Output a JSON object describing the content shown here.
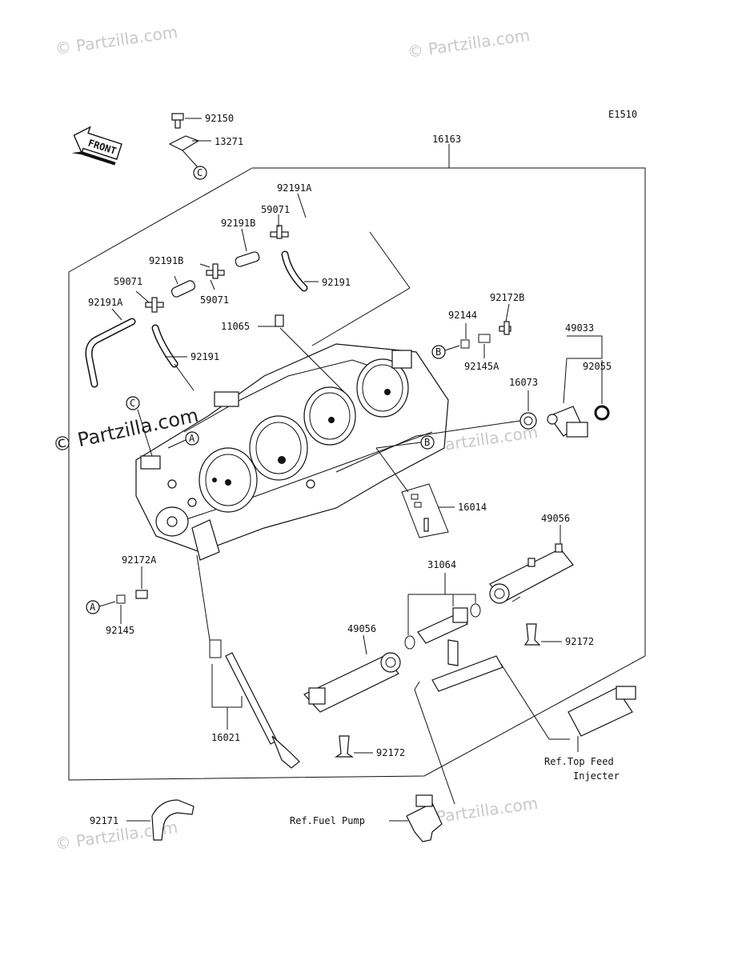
{
  "diagram_code": "E1510",
  "front_label": "FRONT",
  "watermark": "© Partzilla.com",
  "callouts": [
    "A",
    "B",
    "C"
  ],
  "part_numbers": {
    "p92150": "92150",
    "p13271": "13271",
    "p16163": "16163",
    "p92191A_top": "92191A",
    "p59071_top": "59071",
    "p92191B_top": "92191B",
    "p92191B_left": "92191B",
    "p59071_left": "59071",
    "p59071_mid": "59071",
    "p92191A_left": "92191A",
    "p92191_top": "92191",
    "p92191_left": "92191",
    "p11065": "11065",
    "p92144": "92144",
    "p92172B": "92172B",
    "p92145A": "92145A",
    "p49033": "49033",
    "p92055": "92055",
    "p16073": "16073",
    "p16014": "16014",
    "p49056_right": "49056",
    "p31064": "31064",
    "p92172A": "92172A",
    "p92145": "92145",
    "p49056_left": "49056",
    "p92172_right": "92172",
    "p92172_bottom": "92172",
    "p16021": "16021",
    "p92171": "92171"
  },
  "references": {
    "top_feed_1": "Ref.Top Feed",
    "top_feed_2": "Injecter",
    "fuel_pump": "Ref.Fuel Pump"
  },
  "colors": {
    "ink": "#111111",
    "watermark": "#c9c9c9",
    "background": "#ffffff"
  }
}
